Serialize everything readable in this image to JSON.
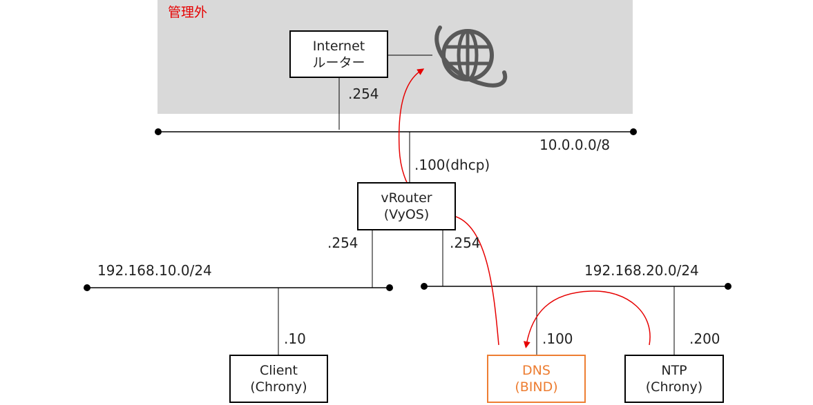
{
  "colors": {
    "zone_fill": "#d9d9d9",
    "zone_label": "#e60000",
    "line": "#000000",
    "arrow": "#e60000",
    "dns_highlight": "#ed7d31",
    "globe": "#595959"
  },
  "zone": {
    "label": "管理外"
  },
  "globe": {
    "icon": "globe-icon"
  },
  "nodes": {
    "internet_router": {
      "line1": "Internet",
      "line2": "ルーター"
    },
    "vrouter": {
      "line1": "vRouter",
      "line2": "(VyOS)"
    },
    "client": {
      "line1": "Client",
      "line2": "(Chrony)"
    },
    "dns": {
      "line1": "DNS",
      "line2": "(BIND)"
    },
    "ntp": {
      "line1": "NTP",
      "line2": "(Chrony)"
    }
  },
  "networks": {
    "wan": {
      "cidr": "10.0.0.0/8"
    },
    "lan10": {
      "cidr": "192.168.10.0/24"
    },
    "lan20": {
      "cidr": "192.168.20.0/24"
    }
  },
  "addresses": {
    "internet_router": ".254",
    "vrouter_wan": ".100(dhcp)",
    "vrouter_lan10": ".254",
    "vrouter_lan20": ".254",
    "client": ".10",
    "dns": ".100",
    "ntp": ".200"
  }
}
